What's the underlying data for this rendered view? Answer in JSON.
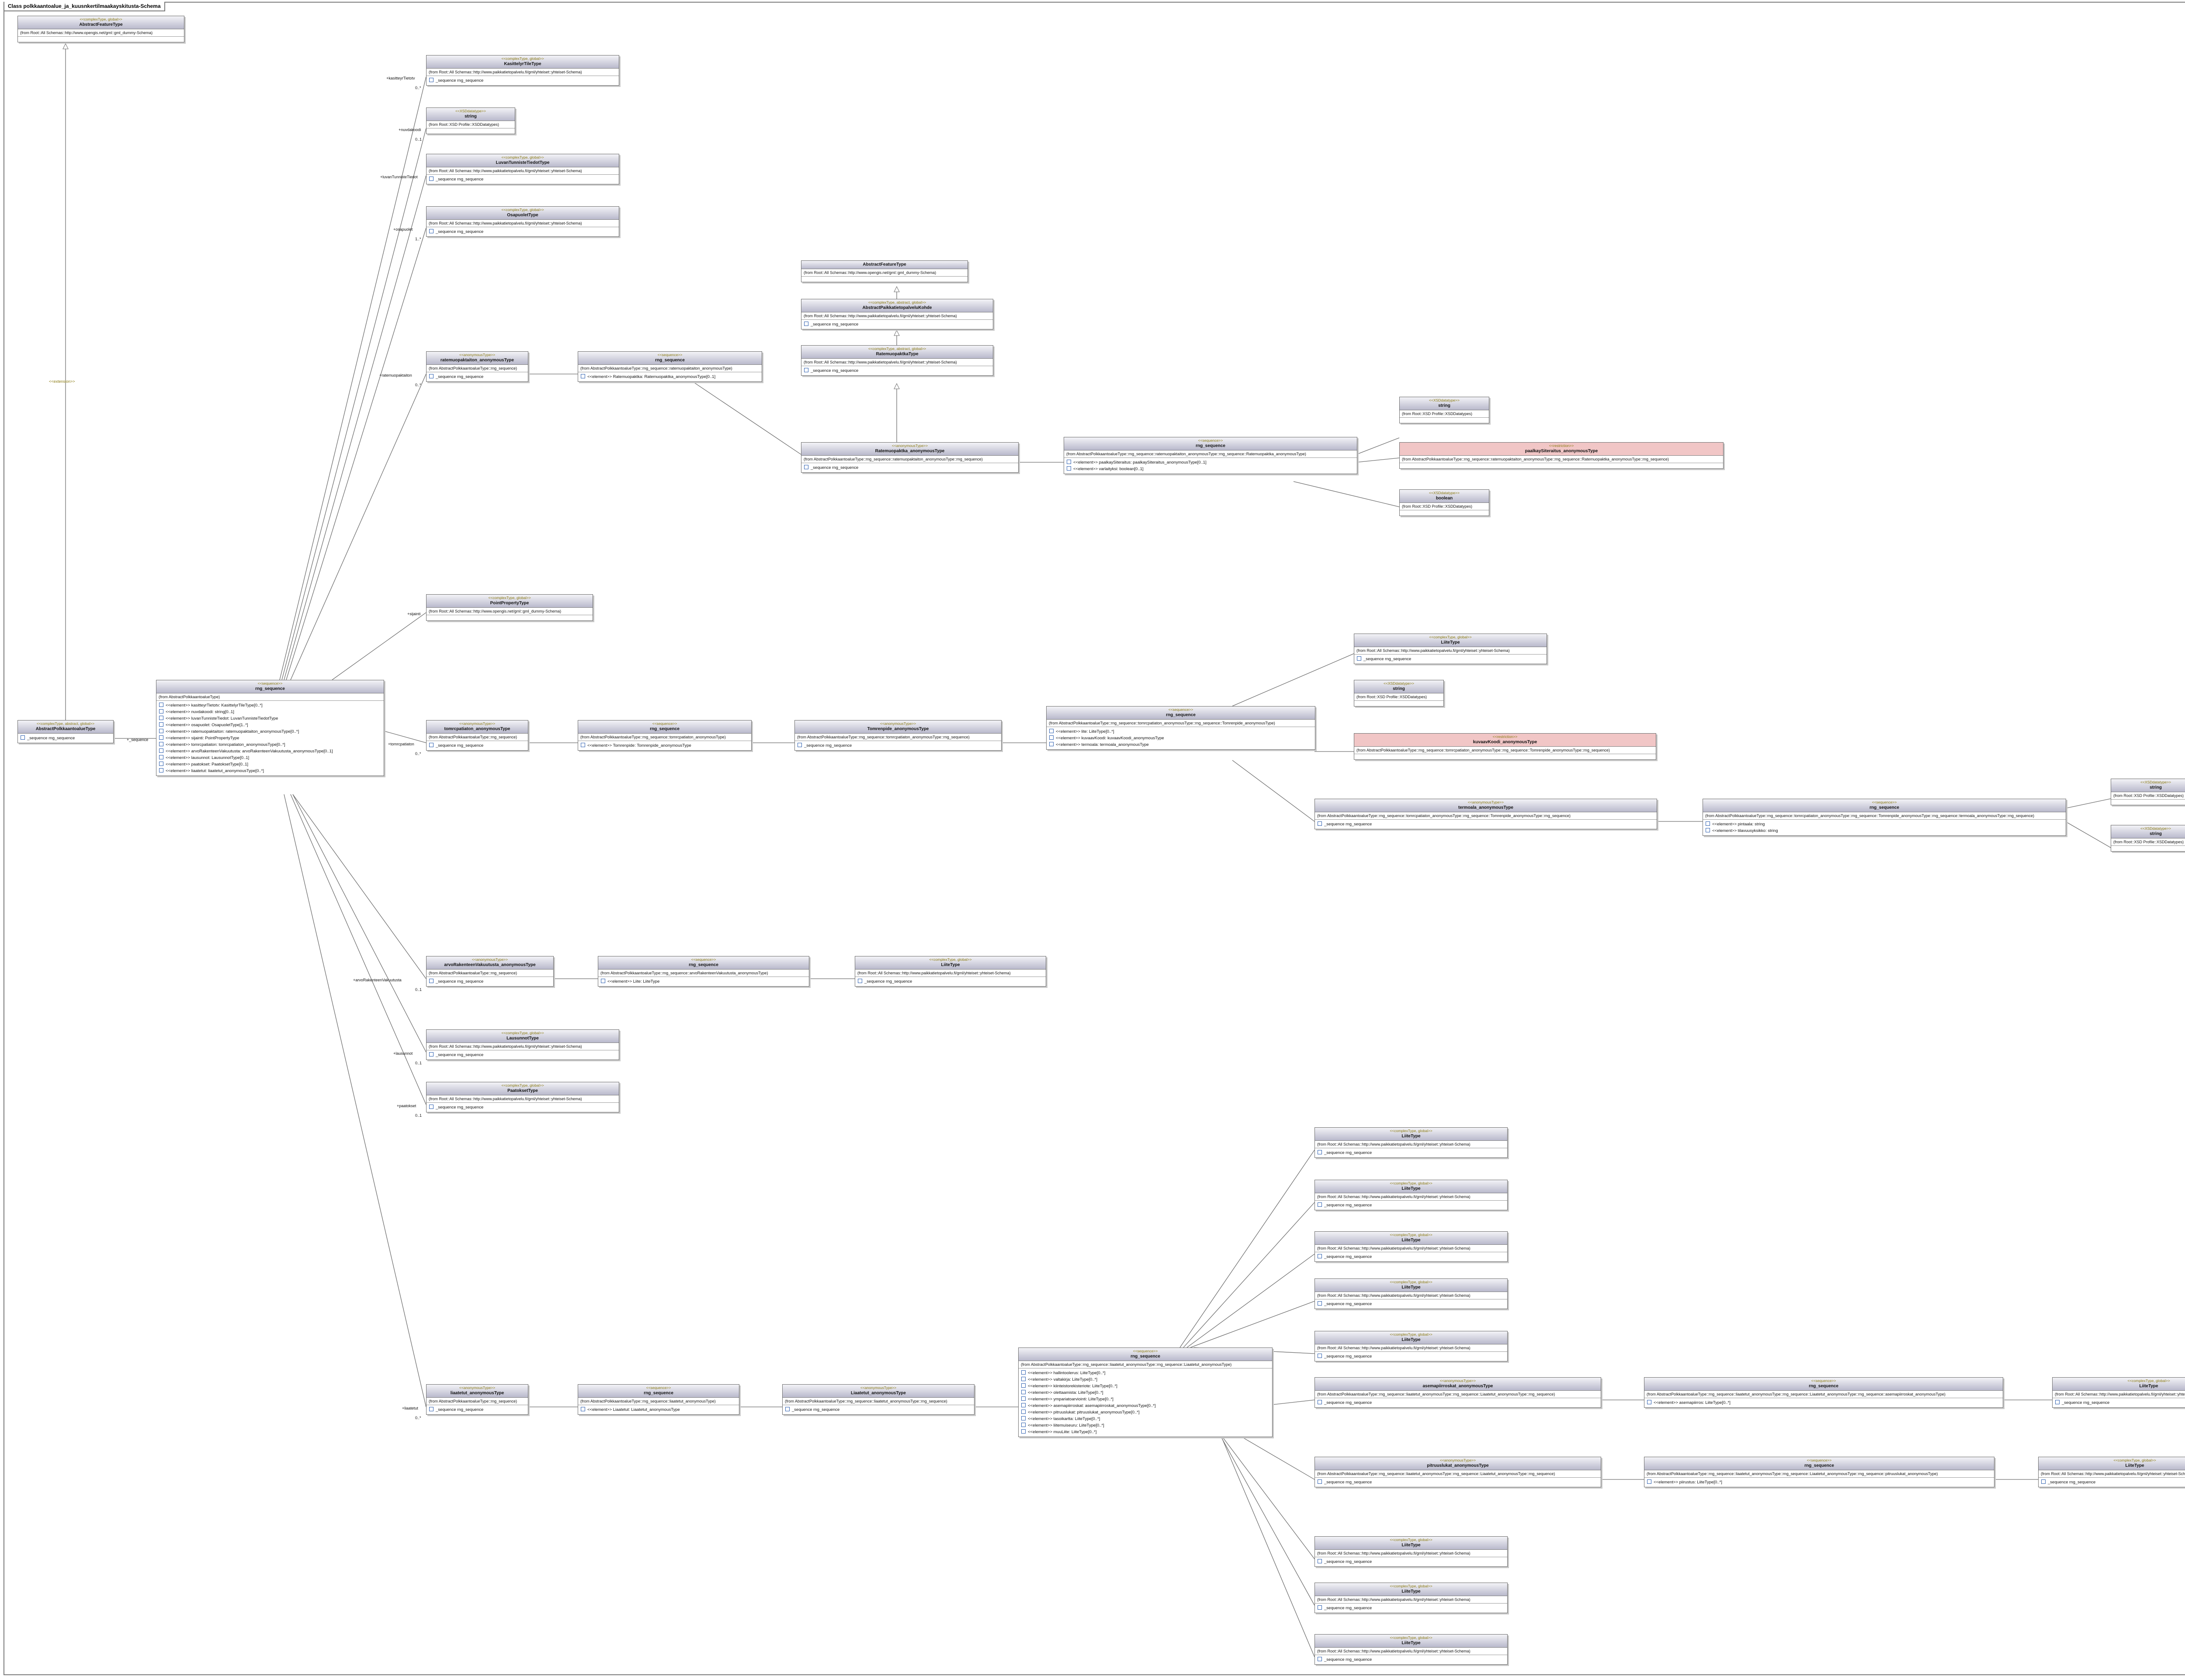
{
  "title": "Class polkkaantoalue_ja_kuusnkertilmaakayskitusta-Schema",
  "stereotypes": {
    "sl": "<<serialize ordering>>",
    "elem": "<<element>>",
    "ct": "<<complexType>>",
    "anon": "<<anonymousType>>",
    "ctglobal": "<<complexType, global>>",
    "stglobal": "<<simpleType, global>>",
    "xsd": "<<XSDdatatype>>",
    "ext": "<<extension>>",
    "restriction": "<<restriction>>"
  },
  "classes": {
    "abstractFeatureTop": {
      "stereo": "<<complexType, global>>",
      "name": "AbstractFeatureType",
      "from": "(from Root::All Schemas::http://www.opengis.net/gml::gml_dummy-Schema)"
    },
    "abstractPolkkaantoalue": {
      "stereo": "<<complexType, abstract, global>>",
      "name": "AbstractPolkkaantoalueType",
      "from": "",
      "attrs": [
        "_sequence rng_sequence"
      ]
    },
    "mainSeq": {
      "stereo": "<<sequence>>",
      "name": "rng_sequence",
      "from": "(from AbstractPolkkaantoalueType)",
      "attrs": [
        "<<element>> kasitteyrTietotv: KasittelyrTileType[0..*]",
        "<<element>> nuvdakoodi: string[0..1]",
        "<<element>> luvanTunnisteTiedot: LuvanTunnisteTiedotType",
        "<<element>> osapuolet: OsapuoletType[1..*]",
        "<<element>> ratemuopaktaiton: ratemuopaktaiton_anonymousType[0..*]",
        "<<element>> sijainti: PointPropertyType",
        "<<element>> tomrcpatiaton: tomrcpatiaton_anonymousType[0..*]",
        "<<element>> arvoRakenteenVakuutusta: arvoRakenteenVakuutusta_anonymousType[0..1]",
        "<<element>> lausunnot: LausunnotType[0..1]",
        "<<element>> paatokset: PaatoksetType[0..1]",
        "<<element>> liaatetut: liaatetut_anonymousType[0..*]"
      ]
    },
    "kasittelyrTile": {
      "stereo": "<<complexType, global>>",
      "name": "KasittelyrTileType",
      "from": "(from Root::All Schemas::http://www.paikkatietopalvelu.fi/gml/yhteiset::yhteiset-Schema)",
      "attrs": [
        "_sequence rng_sequence"
      ]
    },
    "stringTop": {
      "stereo": "<<XSDdatatype>>",
      "name": "string",
      "from": "(from Root::XSD Profile::XSDDatatypes)"
    },
    "luvanTunniste": {
      "stereo": "<<complexType, global>>",
      "name": "LuvanTunnisteTiedotType",
      "from": "(from Root::All Schemas::http://www.paikkatietopalvelu.fi/gml/yhteiset::yhteiset-Schema)",
      "attrs": [
        "_sequence rng_sequence"
      ]
    },
    "osapuolet": {
      "stereo": "<<complexType, global>>",
      "name": "OsapuoletType",
      "from": "(from Root::All Schemas::http://www.paikkatietopalvelu.fi/gml/yhteiset::yhteiset-Schema)",
      "attrs": [
        "_sequence rng_sequence"
      ]
    },
    "ratemAnon": {
      "stereo": "<<anonymousType>>",
      "name": "ratemuopaktaiton_anonymousType",
      "from": "(from AbstractPolkkaantoalueType::rng_sequence)",
      "attrs": [
        "_sequence rng_sequence"
      ]
    },
    "ratemSeq": {
      "stereo": "<<sequence>>",
      "name": "rng_sequence",
      "from": "(from AbstractPolkkaantoalueType::rng_sequence::ratemuopaktaiton_anonymousType)",
      "attrs": [
        "<<element>> Ratemuopaktka: Ratemuopaktka_anonymousType[0..1]"
      ]
    },
    "abstractFeatureMid": {
      "stereo": "",
      "name": "AbstractFeatureType",
      "from": "(from Root::All Schemas::http://www.opengis.net/gml::gml_dummy-Schema)"
    },
    "abstractPaikkatieto": {
      "stereo": "<<complexType, abstract, global>>",
      "name": "AbstractPaikkatietopalveluKohde",
      "from": "(from Root::All Schemas::http://www.paikkatietopalvelu.fi/gml/yhteiset::yhteiset-Schema)",
      "attrs": [
        "_sequence rng_sequence"
      ]
    },
    "ratemuopaktka": {
      "stereo": "<<complexType, abstract, global>>",
      "name": "RatemuopaktkaType",
      "from": "(from Root::All Schemas::http://www.paikkatietopalvelu.fi/gml/yhteiset::yhteiset-Schema)",
      "attrs": [
        "_sequence rng_sequence"
      ]
    },
    "ratemktAnon": {
      "stereo": "<<anonymousType>>",
      "name": "Ratemuopaktka_anonymousType",
      "from": "(from AbstractPolkkaantoalueType::rng_sequence::ratemuopaktaiton_anonymousType::rng_sequence)",
      "attrs": [
        "_sequence rng_sequence"
      ]
    },
    "ratemktSeq": {
      "stereo": "<<sequence>>",
      "name": "rng_sequence",
      "from": "(from AbstractPolkkaantoalueType::rng_sequence::ratemuopaktaiton_anonymousType::rng_sequence::Ratemuopaktka_anonymousType)",
      "attrs": [
        "<<element>> paalkaySiteraitus: paalkaySiteraitus_anonymousType[0..1]",
        "<<element>> varlaityksi: boolean[0..1]"
      ]
    },
    "stringA": {
      "stereo": "<<XSDdatatype>>",
      "name": "string",
      "from": "(from Root::XSD Profile::XSDDatatypes)"
    },
    "paalkayAnon": {
      "stereo": "<<restriction>>",
      "name": "paalkaySiteraitus_anonymousType",
      "from": "(from AbstractPolkkaantoalueType::rng_sequence::ratemuopaktaiton_anonymousType::rng_sequence::Ratemuopaktka_anonymousType::rng_sequence)"
    },
    "booleanA": {
      "stereo": "<<XSDdatatype>>",
      "name": "boolean",
      "from": "(from Root::XSD Profile::XSDDatatypes)"
    },
    "pointProperty": {
      "stereo": "<<complexType, global>>",
      "name": "PointPropertyType",
      "from": "(from Root::All Schemas::http://www.opengis.net/gml::gml_dummy-Schema)"
    },
    "tomrcAnon": {
      "stereo": "<<anonymousType>>",
      "name": "tomrcpatiaton_anonymousType",
      "from": "(from AbstractPolkkaantoalueType::rng_sequence)",
      "attrs": [
        "_sequence rng_sequence"
      ]
    },
    "tomrcSeq": {
      "stereo": "<<sequence>>",
      "name": "rng_sequence",
      "from": "(from AbstractPolkkaantoalueType::rng_sequence::tomrcpatiaton_anonymousType)",
      "attrs": [
        "<<element>> Tomrenpide: Tomrenpide_anonymousType"
      ]
    },
    "tomrenpideAnon": {
      "stereo": "<<anonymousType>>",
      "name": "Tomrenpide_anonymousType",
      "from": "(from AbstractPolkkaantoalueType::rng_sequence::tomrcpatiaton_anonymousType::rng_sequence)",
      "attrs": [
        "_sequence rng_sequence"
      ]
    },
    "tomrenpideSeq": {
      "stereo": "<<sequence>>",
      "name": "rng_sequence",
      "from": "(from AbstractPolkkaantoalueType::rng_sequence::tomrcpatiaton_anonymousType::rng_sequence::Tomrenpide_anonymousType)",
      "attrs": [
        "<<element>> lite: LiiteType[0..*]",
        "<<element>> kuvaavKoodi: kuvaavKoodi_anonymousType",
        "<<element>> termoala: termoala_anonymousType"
      ]
    },
    "liiteTomr": {
      "stereo": "<<complexType, global>>",
      "name": "LiiteType",
      "from": "(from Root::All Schemas::http://www.paikkatietopalvelu.fi/gml/yhteiset::yhteiset-Schema)",
      "attrs": [
        "_sequence rng_sequence"
      ]
    },
    "stringB": {
      "stereo": "<<XSDdatatype>>",
      "name": "string",
      "from": "(from Root::XSD Profile::XSDDatatypes)"
    },
    "kuvaavAnon": {
      "stereo": "<<restriction>>",
      "name": "kuvaavKoodi_anonymousType",
      "from": "(from AbstractPolkkaantoalueType::rng_sequence::tomrcpatiaton_anonymousType::rng_sequence::Tomrenpide_anonymousType::rng_sequence)"
    },
    "termoalaAnon": {
      "stereo": "<<anonymousType>>",
      "name": "termoala_anonymousType",
      "from": "(from AbstractPolkkaantoalueType::rng_sequence::tomrcpatiaton_anonymousType::rng_sequence::Tomrenpide_anonymousType::rng_sequence)",
      "attrs": [
        "_sequence rng_sequence"
      ]
    },
    "termoalaSeq": {
      "stereo": "<<sequence>>",
      "name": "rng_sequence",
      "from": "(from AbstractPolkkaantoalueType::rng_sequence::tomrcpatiaton_anonymousType::rng_sequence::Tomrenpide_anonymousType::rng_sequence::termoala_anonymousType::rng_sequence)",
      "attrs": [
        "<<element>> pintaala: string",
        "<<element>> tilavuusyksikko: string"
      ]
    },
    "stringC": {
      "stereo": "<<XSDdatatype>>",
      "name": "string",
      "from": "(from Root::XSD Profile::XSDDatatypes)"
    },
    "stringD": {
      "stereo": "<<XSDdatatype>>",
      "name": "string",
      "from": "(from Root::XSD Profile::XSDDatatypes)"
    },
    "arvoAnon": {
      "stereo": "<<anonymousType>>",
      "name": "arvoRakenteenVakuutusta_anonymousType",
      "from": "(from AbstractPolkkaantoalueType::rng_sequence)",
      "attrs": [
        "_sequence rng_sequence"
      ]
    },
    "arvoSeq": {
      "stereo": "<<sequence>>",
      "name": "rng_sequence",
      "from": "(from AbstractPolkkaantoalueType::rng_sequence::arvoRakenteenVakuutusta_anonymousType)",
      "attrs": [
        "<<element>> Liite: LiiteType"
      ]
    },
    "liiteArvo": {
      "stereo": "<<complexType, global>>",
      "name": "LiiteType",
      "from": "(from Root::All Schemas::http://www.paikkatietopalvelu.fi/gml/yhteiset::yhteiset-Schema)",
      "attrs": [
        "_sequence rng_sequence"
      ]
    },
    "lausunnot": {
      "stereo": "<<complexType, global>>",
      "name": "LausunnotType",
      "from": "(from Root::All Schemas::http://www.paikkatietopalvelu.fi/gml/yhteiset::yhteiset-Schema)",
      "attrs": [
        "_sequence rng_sequence"
      ]
    },
    "paatokset": {
      "stereo": "<<complexType, global>>",
      "name": "PaatoksetType",
      "from": "(from Root::All Schemas::http://www.paikkatietopalvelu.fi/gml/yhteiset::yhteiset-Schema)",
      "attrs": [
        "_sequence rng_sequence"
      ]
    },
    "liaatetutAnon": {
      "stereo": "<<anonymousType>>",
      "name": "liaatetut_anonymousType",
      "from": "(from AbstractPolkkaantoalueType::rng_sequence)",
      "attrs": [
        "_sequence rng_sequence"
      ]
    },
    "liaatetutSeq": {
      "stereo": "<<sequence>>",
      "name": "rng_sequence",
      "from": "(from AbstractPolkkaantoalueType::rng_sequence::liaatetut_anonymousType)",
      "attrs": [
        "<<element>> Liaatetut: Liaatetut_anonymousType"
      ]
    },
    "liaatetutAnon2": {
      "stereo": "<<anonymousType>>",
      "name": "Liaatetut_anonymousType",
      "from": "(from AbstractPolkkaantoalueType::rng_sequence::liaatetut_anonymousType::rng_sequence)",
      "attrs": [
        "_sequence rng_sequence"
      ]
    },
    "liaatetutSeq2": {
      "stereo": "<<sequence>>",
      "name": "rng_sequence",
      "from": "(from AbstractPolkkaantoalueType::rng_sequence::liaatetut_anonymousType::rng_sequence::Liaatetut_anonymousType)",
      "attrs": [
        "<<element>> hallintoolerus: LiiteType[0..*]",
        "<<element>> valtakirja: LiiteType[0..*]",
        "<<element>> kiinteistorekisteriote: LiiteType[0..*]",
        "<<element>> olettaamista: LiiteType[0..*]",
        "<<element>> ympariatoarviointi: LiiteType[0..*]",
        "<<element>> asemapiirroskat: asemapiirroskat_anonymousType[0..*]",
        "<<element>> pitruuslukat: pitruuslukat_anonymousType[0..*]",
        "<<element>> tasoikartta: LiiteType[0..*]",
        "<<element>> liitemuiseuru: LiiteType[0..*]",
        "<<element>> muuLiite: LiiteType[0..*]"
      ]
    },
    "l1": {
      "stereo": "<<complexType, global>>",
      "name": "LiiteType",
      "from": "(from Root::All Schemas::http://www.paikkatietopalvelu.fi/gml/yhteiset::yhteiset-Schema)",
      "attrs": [
        "_sequence rng_sequence"
      ]
    },
    "l2": {
      "stereo": "<<complexType, global>>",
      "name": "LiiteType",
      "from": "(from Root::All Schemas::http://www.paikkatietopalvelu.fi/gml/yhteiset::yhteiset-Schema)",
      "attrs": [
        "_sequence rng_sequence"
      ]
    },
    "l3": {
      "stereo": "<<complexType, global>>",
      "name": "LiiteType",
      "from": "(from Root::All Schemas::http://www.paikkatietopalvelu.fi/gml/yhteiset::yhteiset-Schema)",
      "attrs": [
        "_sequence rng_sequence"
      ]
    },
    "l4": {
      "stereo": "<<complexType, global>>",
      "name": "LiiteType",
      "from": "(from Root::All Schemas::http://www.paikkatietopalvelu.fi/gml/yhteiset::yhteiset-Schema)",
      "attrs": [
        "_sequence rng_sequence"
      ]
    },
    "l5": {
      "stereo": "<<complexType, global>>",
      "name": "LiiteType",
      "from": "(from Root::All Schemas::http://www.paikkatietopalvelu.fi/gml/yhteiset::yhteiset-Schema)",
      "attrs": [
        "_sequence rng_sequence"
      ]
    },
    "asemaAnon": {
      "stereo": "<<anonymousType>>",
      "name": "asemapiirroskat_anonymousType",
      "from": "(from AbstractPolkkaantoalueType::rng_sequence::liaatetut_anonymousType::rng_sequence::Liaatetut_anonymousType::rng_sequence)",
      "attrs": [
        "_sequence rng_sequence"
      ]
    },
    "asemaSeq": {
      "stereo": "<<sequence>>",
      "name": "rng_sequence",
      "from": "(from AbstractPolkkaantoalueType::rng_sequence::liaatetut_anonymousType::rng_sequence::Liaatetut_anonymousType::rng_sequence::asemapiirroskat_anonymousType)",
      "attrs": [
        "<<element>> asemapiirros: LiiteType[0..*]"
      ]
    },
    "asemaLiite": {
      "stereo": "<<complexType, global>>",
      "name": "LiiteType",
      "from": "(from Root::All Schemas::http://www.paikkatietopalvelu.fi/gml/yhteiset::yhteiset-Schema)",
      "attrs": [
        "_sequence rng_sequence"
      ]
    },
    "pitruusAnon": {
      "stereo": "<<anonymousType>>",
      "name": "pitruuslukat_anonymousType",
      "from": "(from AbstractPolkkaantoalueType::rng_sequence::liaatetut_anonymousType::rng_sequence::Liaatetut_anonymousType::rng_sequence)",
      "attrs": [
        "_sequence rng_sequence"
      ]
    },
    "pitruusSeq": {
      "stereo": "<<sequence>>",
      "name": "rng_sequence",
      "from": "(from AbstractPolkkaantoalueType::rng_sequence::liaatetut_anonymousType::rng_sequence::Liaatetut_anonymousType::rng_sequence::pitruuslukat_anonymousType)",
      "attrs": [
        "<<element>> piirustus: LiiteType[0..*]"
      ]
    },
    "pitruusLiite": {
      "stereo": "<<complexType, global>>",
      "name": "LiiteType",
      "from": "(from Root::All Schemas::http://www.paikkatietopalvelu.fi/gml/yhteiset::yhteiset-Schema)",
      "attrs": [
        "_sequence rng_sequence"
      ]
    },
    "l6": {
      "stereo": "<<complexType, global>>",
      "name": "LiiteType",
      "from": "(from Root::All Schemas::http://www.paikkatietopalvelu.fi/gml/yhteiset::yhteiset-Schema)",
      "attrs": [
        "_sequence rng_sequence"
      ]
    },
    "l7": {
      "stereo": "<<complexType, global>>",
      "name": "LiiteType",
      "from": "(from Root::All Schemas::http://www.paikkatietopalvelu.fi/gml/yhteiset::yhteiset-Schema)",
      "attrs": [
        "_sequence rng_sequence"
      ]
    },
    "l8": {
      "stereo": "<<complexType, global>>",
      "name": "LiiteType",
      "from": "(from Root::All Schemas::http://www.paikkatietopalvelu.fi/gml/yhteiset::yhteiset-Schema)",
      "attrs": [
        "_sequence rng_sequence"
      ]
    }
  },
  "labels": {
    "ext1": "<<extension>>",
    "seqMain": "+_sequence",
    "kasittely": "+kasitteyrTietotv",
    "nuvda": "+nuvdakoodi",
    "luvan": "+luvanTunnisteTiedot",
    "osap": "+osapuolet",
    "ratem": "+ratemuopaktaiton",
    "sijainti": "+sijainti",
    "tomrc": "+tomrcpatiaton",
    "arvo": "+arvoRakenteenVakuutusta",
    "lausunnot": "+lausunnot",
    "paatokset": "+paatokset",
    "liaatetut": "+liaatetut",
    "m01": "0..*",
    "m1": "0..1",
    "m1n": "1..*"
  }
}
